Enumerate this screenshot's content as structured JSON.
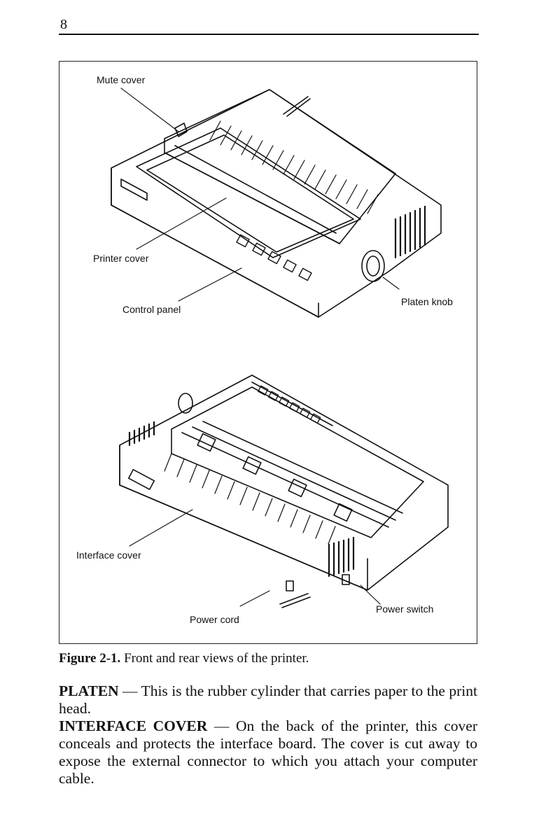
{
  "page": {
    "number": "8"
  },
  "figure": {
    "callouts": {
      "mute_cover": "Mute cover",
      "printer_cover": "Printer cover",
      "control_panel": "Control panel",
      "platen_knob": "Platen knob",
      "interface_cover": "Interface cover",
      "power_cord": "Power cord",
      "power_switch": "Power switch"
    },
    "caption_number": "Figure 2-1.",
    "caption_text": "Front and rear views of the printer."
  },
  "body": {
    "platen_term": "PLATEN",
    "platen_text": " — This is the rubber cylinder that carries paper to the print head.",
    "interface_term": "INTERFACE COVER",
    "interface_text": " — On the back of the printer, this cover conceals and protects the interface board. The cover is cut away to expose the external connector to which you attach your computer cable."
  }
}
